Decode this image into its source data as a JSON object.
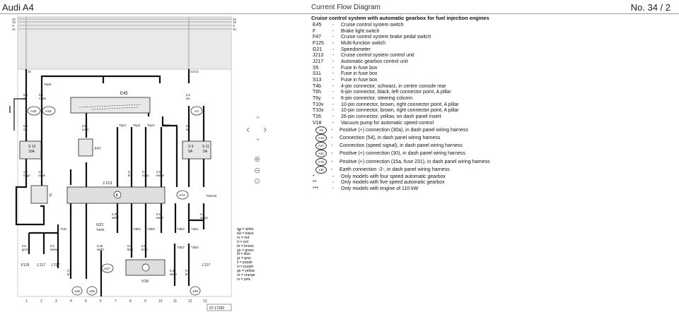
{
  "header": {
    "car": "Audi A4",
    "center": "Current Flow Diagram",
    "page": "No.  34 / 2"
  },
  "diagram": {
    "rails_left": [
      "30",
      "15",
      "X",
      "31"
    ],
    "rails_right": [
      "30",
      "15",
      "X",
      "31"
    ],
    "top_labels": {
      "rail30": "30",
      "s315": "S3/15"
    },
    "components": {
      "E45": "E45",
      "J213": "J 213",
      "F47": "F47",
      "F": "F",
      "V18": "V18",
      "S13": "S 13",
      "S13_amp": "10A",
      "S5": "S 5",
      "S5_amp": "5A",
      "S11": "S 11",
      "S11_amp": "5A",
      "G21": "G21",
      "T26": "T26/6",
      "F125": "F125",
      "J217a": "J 217",
      "J217b": "J 217",
      "J217c": "J 217",
      "K": "K"
    },
    "circles": [
      "A32",
      "A18",
      "A2",
      "A74",
      "A27",
      "135",
      "135",
      "135"
    ],
    "connectors": [
      "T6y/6",
      "T6y/1",
      "T6y/2",
      "T6y/3",
      "T6y/4",
      "T6y/5",
      "T10v",
      "T10x/10",
      "T4b/1",
      "T4b/4",
      "T4b/2",
      "T4b/3",
      "T4b/5",
      "T4b/8"
    ],
    "wires": [
      {
        "gauge": "6,0",
        "color": "ro"
      },
      {
        "gauge": "0,5",
        "color": "ro/sw"
      },
      {
        "gauge": "6,0",
        "color": "ro"
      },
      {
        "gauge": "2,5",
        "color": "sw"
      },
      {
        "gauge": "2,5",
        "color": "sw"
      },
      {
        "gauge": "0,5",
        "color": "ro/gn"
      },
      {
        "gauge": "1,0",
        "color": "ro/gn"
      },
      {
        "gauge": "1,0",
        "color": "ro/sw"
      },
      {
        "gauge": "0,5",
        "color": "bl"
      },
      {
        "gauge": "0,5",
        "color": "ro/gn"
      },
      {
        "gauge": "0,5",
        "color": "sw/gn"
      },
      {
        "gauge": "0,35",
        "color": "ws/bl"
      },
      {
        "gauge": "0,5",
        "color": "bl/ro"
      },
      {
        "gauge": "0,5",
        "color": "br/ro"
      },
      {
        "gauge": "0,5",
        "color": "ws/bl"
      },
      {
        "gauge": "0,5",
        "color": "sw/gn"
      },
      {
        "gauge": "0,5",
        "color": "gn/ro"
      },
      {
        "gauge": "0,5",
        "color": "sw/ws"
      },
      {
        "gauge": "0,35",
        "color": "ws/bl"
      },
      {
        "gauge": "0,5",
        "color": "br"
      },
      {
        "gauge": "0,35",
        "color": "ws/bl"
      },
      {
        "gauge": "0,5",
        "color": "br"
      }
    ],
    "bottom_numbers": [
      "1",
      "2",
      "3",
      "4",
      "5",
      "6",
      "7",
      "8",
      "9",
      "10",
      "11",
      "12",
      "13"
    ],
    "ref": "97-17282",
    "color_key": [
      "ws = white",
      "sw = black",
      "ro = red",
      "rt = red",
      "br = brown",
      "gn = green",
      "bl = blue",
      "gr = grey",
      "li = purple",
      "vi = purple",
      "ge = yellow",
      "or = orange",
      "rs = pink"
    ]
  },
  "legend": {
    "title": "Cruise control system with automatic gearbox for fuel injection engines",
    "items": [
      {
        "code": "E45",
        "text": "Cruise control system switch"
      },
      {
        "code": "F",
        "text": "Brake light switch"
      },
      {
        "code": "F47",
        "text": "Cruise control system brake pedal switch"
      },
      {
        "code": "F125",
        "text": "Multi-function switch"
      },
      {
        "code": "G21",
        "text": "Speedometer"
      },
      {
        "code": "J213",
        "text": "Cruise control system control unit"
      },
      {
        "code": "J217",
        "text": "Automatic gearbox control unit"
      },
      {
        "code": "S5",
        "text": "Fuse in fuse box"
      },
      {
        "code": "S11",
        "text": "Fuse in fuse box"
      },
      {
        "code": "S13",
        "text": "Fuse in fuse box"
      },
      {
        "code": "T4b",
        "text": "4-pin connector, schwarz, in centre console rear"
      },
      {
        "code": "T6h",
        "text": "6-pin connector, black, left connector point, A pillar"
      },
      {
        "code": "T6y",
        "text": "6-pin connector, steering column"
      },
      {
        "code": "T10v",
        "text": "10-pin connector, brown, right connector point, A pillar"
      },
      {
        "code": "T10x",
        "text": "10-pin connector, brown, right connector point, A pillar"
      },
      {
        "code": "T26",
        "text": "26-pin connector, yellow, on dash panel insert"
      },
      {
        "code": "V18",
        "text": "Vacuum pump for automatic speed control"
      }
    ],
    "circle_items": [
      {
        "code": "A5",
        "text": "Positive (+) connection (30a), in dash panel wiring harness"
      },
      {
        "code": "A18",
        "text": "Connection (54), in dash panel wiring harness"
      },
      {
        "code": "A27",
        "text": "Connection (speed signal), in dash panel wiring harness"
      },
      {
        "code": "A32",
        "text": "Positive (+) connection (30), in dash panel wiring harness"
      },
      {
        "code": "A78",
        "text": "Positive (+) connection (15a, fuse 231), in dash panel wiring harness"
      },
      {
        "code": "135",
        "text": "Earth connection -2-, in dash panel wiring harness"
      }
    ],
    "notes": [
      {
        "code": "*",
        "text": "Only models with four speed automatic gearbox"
      },
      {
        "code": "**",
        "text": "Only models with five speed automatic gearbox"
      },
      {
        "code": "***",
        "text": "Only models with engine of 110 kW"
      }
    ]
  },
  "nav": {
    "up": "⌃",
    "down": "⌄",
    "left": "‹",
    "right": "›",
    "zoom_in": "⊕",
    "zoom_out": "⊖",
    "zoom_fit": "⊙"
  }
}
